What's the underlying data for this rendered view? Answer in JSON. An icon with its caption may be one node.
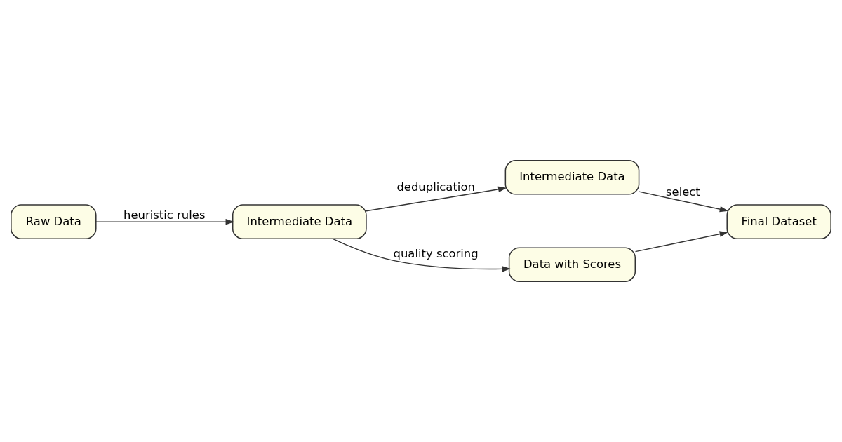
{
  "diagram": {
    "nodes": [
      {
        "text": [
          "Raw Data"
        ]
      },
      {
        "text": [
          "Intermediate Data"
        ]
      },
      {
        "text": [
          "Intermediate Data"
        ]
      },
      {
        "text": [
          "Data with Scores"
        ]
      },
      {
        "text": [
          "Final Dataset"
        ]
      }
    ],
    "edges": [
      {
        "from": 0,
        "to": 1,
        "arrow": "to",
        "label": "heuristic rules"
      },
      {
        "from": 1,
        "to": 2,
        "arrow": "to",
        "label": "deduplication"
      },
      {
        "from": 1,
        "to": 3,
        "arrow": "to",
        "label": "quality scoring"
      },
      {
        "from": 2,
        "to": 4,
        "arrow": "to",
        "label": "select"
      },
      {
        "from": 3,
        "to": 4,
        "arrow": "to"
      }
    ]
  }
}
